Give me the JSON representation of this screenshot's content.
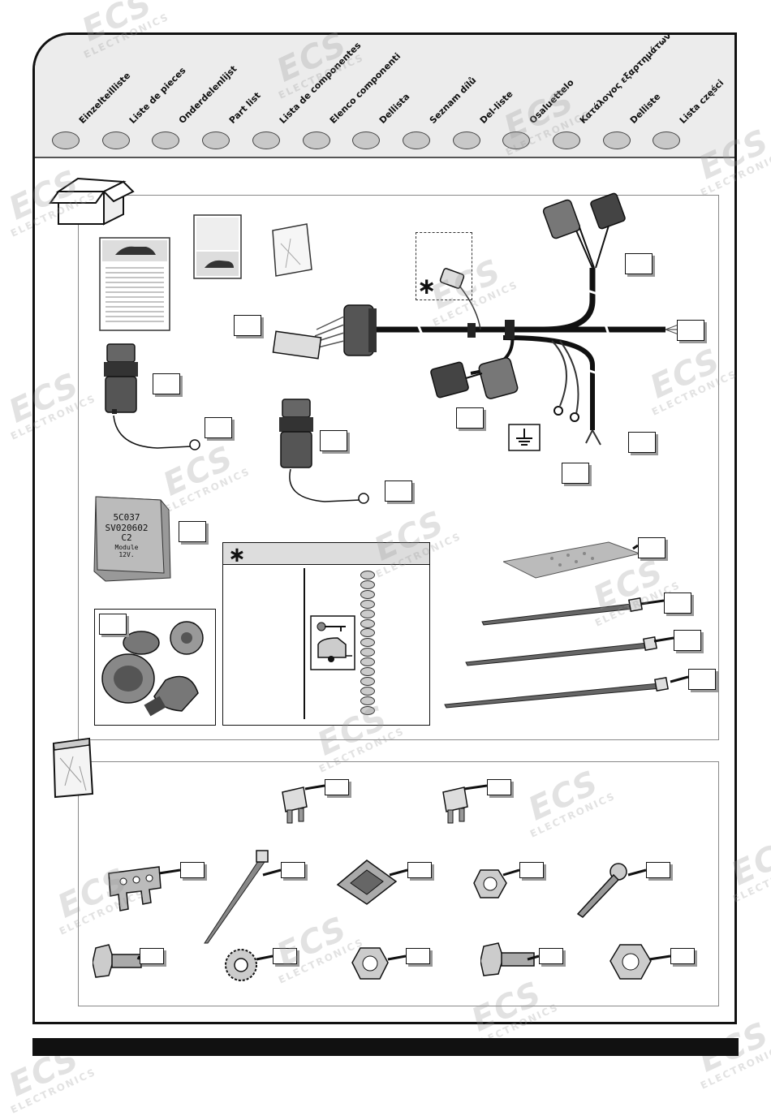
{
  "header": {
    "languages": [
      "Einzelteilliste",
      "Liste de pieces",
      "Onderdelenlijst",
      "Part list",
      "Lista de componentes",
      "Elenco componenti",
      "Dellista",
      "Seznam dílů",
      "Del-liste",
      "Osaluettelo",
      "Κατάλογος εξαρτημάτων",
      "Delliste",
      "Lista części"
    ]
  },
  "module_label": {
    "line1": "5C037",
    "line2": "SV020602",
    "line3": "C2",
    "line4": "Module",
    "line5": "12V."
  },
  "asterisk_table": {
    "header_symbol": "∗"
  },
  "callout_asterisk": "∗",
  "watermark": {
    "logo": "ECS",
    "sub": "ELECTRONICS"
  },
  "colors": {
    "header_band": "#ececec",
    "oval_fill": "#c8c8c8",
    "frame": "#111111",
    "watermark": "#969696"
  },
  "icons": [
    "box-icon",
    "bag-icon",
    "ground-symbol-icon",
    "key-icon",
    "caravan-icon"
  ]
}
